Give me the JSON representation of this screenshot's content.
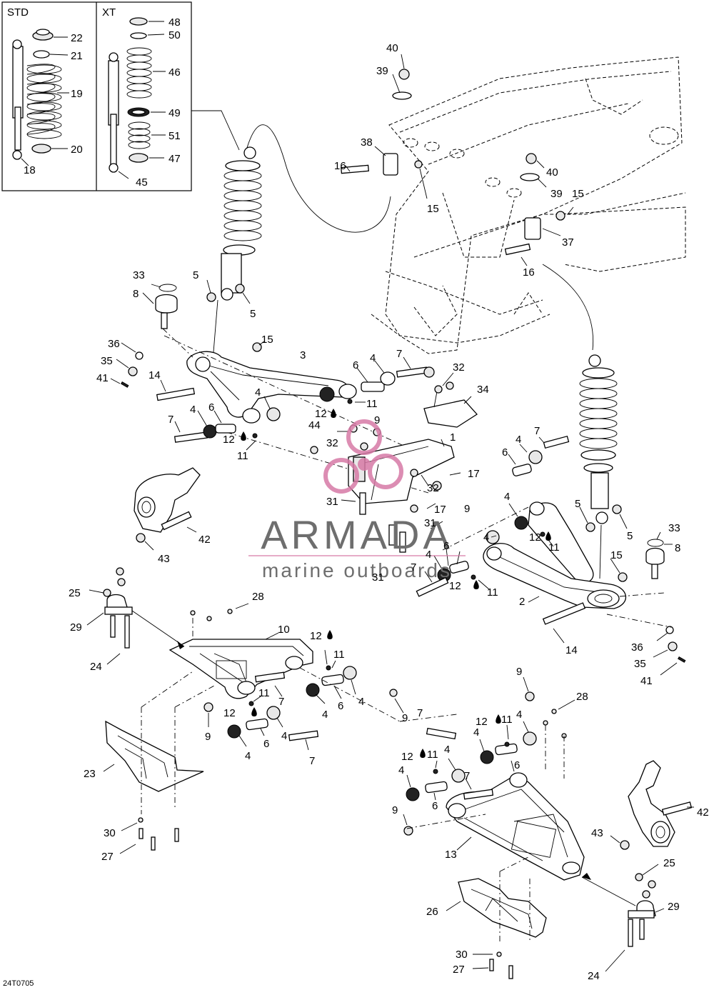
{
  "diagram_code": "24T0705",
  "inset": {
    "std_label": "STD",
    "xt_label": "XT"
  },
  "watermark": {
    "brand": "ARMADA",
    "tagline": "marine outboards",
    "color": "#d77aa6"
  },
  "callouts": {
    "c18": "18",
    "c19": "19",
    "c20": "20",
    "c21": "21",
    "c22": "22",
    "c45": "45",
    "c46": "46",
    "c47": "47",
    "c48": "48",
    "c49": "49",
    "c50": "50",
    "c51": "51",
    "c40a": "40",
    "c39a": "39",
    "c38": "38",
    "c16a": "16",
    "c15a": "15",
    "c40b": "40",
    "c39b": "39",
    "c15b": "15",
    "c37": "37",
    "c16b": "16",
    "c33a": "33",
    "c8a": "8",
    "c5a": "5",
    "c5b": "5",
    "c36a": "36",
    "c35a": "35",
    "c41a": "41",
    "c14a": "14",
    "c15c": "15",
    "c3": "3",
    "c6a": "6",
    "c4a": "4",
    "c7a": "7",
    "c32a": "32",
    "c34": "34",
    "c4b": "4",
    "c12a": "12",
    "c11a": "11",
    "c9a": "9",
    "c7b": "7",
    "c4c": "4",
    "c6b": "6",
    "c12b": "12",
    "c11b": "11",
    "c44": "44",
    "c32b": "32",
    "c1": "1",
    "c7c": "7",
    "c4d": "4",
    "c6c": "6",
    "c17a": "17",
    "c32c": "32",
    "c9b": "9",
    "c31a": "31",
    "c17b": "17",
    "c31b": "31",
    "c42a": "42",
    "c43a": "43",
    "c4e": "4",
    "c12c": "12",
    "c11c": "11",
    "c5c": "5",
    "c5d": "5",
    "c33b": "33",
    "c8b": "8",
    "c4f": "4",
    "c6d": "6",
    "c4g": "4",
    "c7d": "7",
    "c12d": "12",
    "c11d": "11",
    "c31c": "31",
    "c15d": "15",
    "c2": "2",
    "c14b": "14",
    "c36b": "36",
    "c35b": "35",
    "c41b": "41",
    "c25a": "25",
    "c28a": "28",
    "c29a": "29",
    "c24a": "24",
    "c10": "10",
    "c12e": "12",
    "c11e": "11",
    "c7e": "7",
    "c4h": "4",
    "c6e": "6",
    "c4i": "4",
    "c9c": "9",
    "c12f": "12",
    "c11f": "11",
    "c9d": "9",
    "c4j": "4",
    "c7f": "7",
    "c6f": "6",
    "c4k": "4",
    "c7g": "7",
    "c23": "23",
    "c30a": "30",
    "c27a": "27",
    "c9e": "9",
    "c28b": "28",
    "c12g": "12",
    "c11g": "11",
    "c4l": "4",
    "c7h": "7",
    "c4m": "4",
    "c6g": "6",
    "c12h": "12",
    "c11h": "11",
    "c4n": "4",
    "c7i": "7",
    "c4o": "4",
    "c6h": "6",
    "c9f": "9",
    "c13": "13",
    "c42b": "42",
    "c43b": "43",
    "c25b": "25",
    "c29b": "29",
    "c26": "26",
    "c30b": "30",
    "c27b": "27",
    "c24b": "24"
  }
}
